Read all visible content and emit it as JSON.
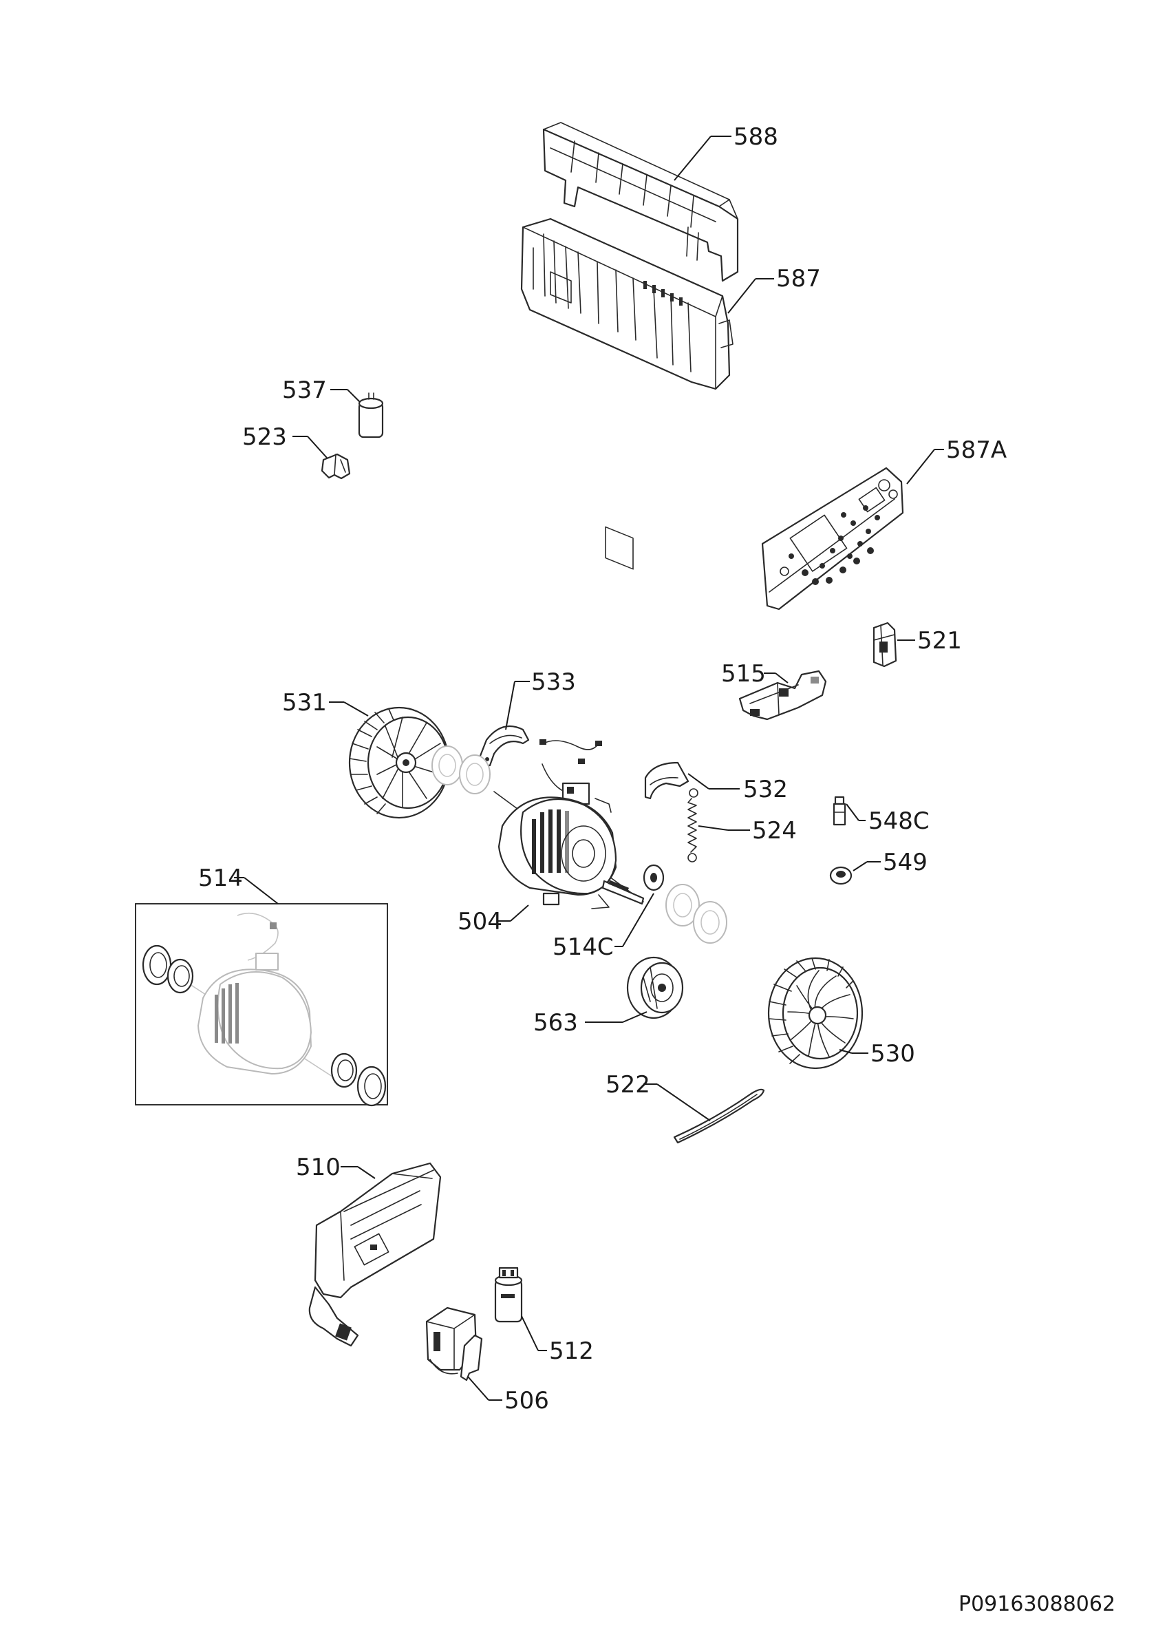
{
  "diagram": {
    "reference": "P09163088062",
    "callouts": {
      "c588": "588",
      "c587": "587",
      "c537": "537",
      "c523": "523",
      "c587A": "587A",
      "c521": "521",
      "c515": "515",
      "c533": "533",
      "c531": "531",
      "c532": "532",
      "c524": "524",
      "c548C": "548C",
      "c549": "549",
      "c514": "514",
      "c504": "504",
      "c514C": "514C",
      "c563": "563",
      "c530": "530",
      "c522": "522",
      "c510": "510",
      "c512": "512",
      "c506": "506"
    }
  }
}
